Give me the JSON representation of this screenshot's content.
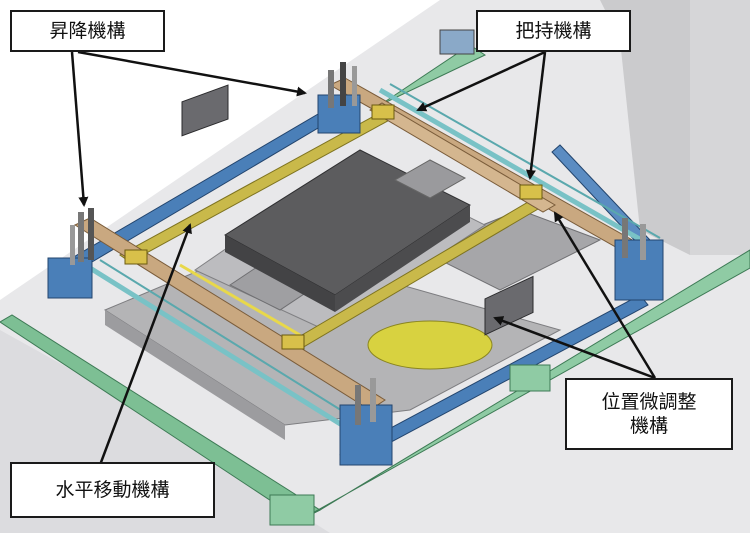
{
  "labels": {
    "lift": "昇降機構",
    "grip": "把持機構",
    "fine_adjust_line1": "位置微調整",
    "fine_adjust_line2": "機構",
    "horizontal": "水平移動機構"
  },
  "colors": {
    "background": "#ffffff",
    "floor": "#e6e6e8",
    "wall": "#d4d4d6",
    "green_rail": "#7dbf94",
    "blue_rail": "#4a7fb8",
    "tan_beam": "#c9a880",
    "yellow_frame": "#c9b94a",
    "cyan_rod": "#79c2c6",
    "dark_plate": "#5b5b5b",
    "gray_block": "#a8a8a8",
    "yellow_disc": "#d8d240",
    "arrow": "#111111"
  }
}
